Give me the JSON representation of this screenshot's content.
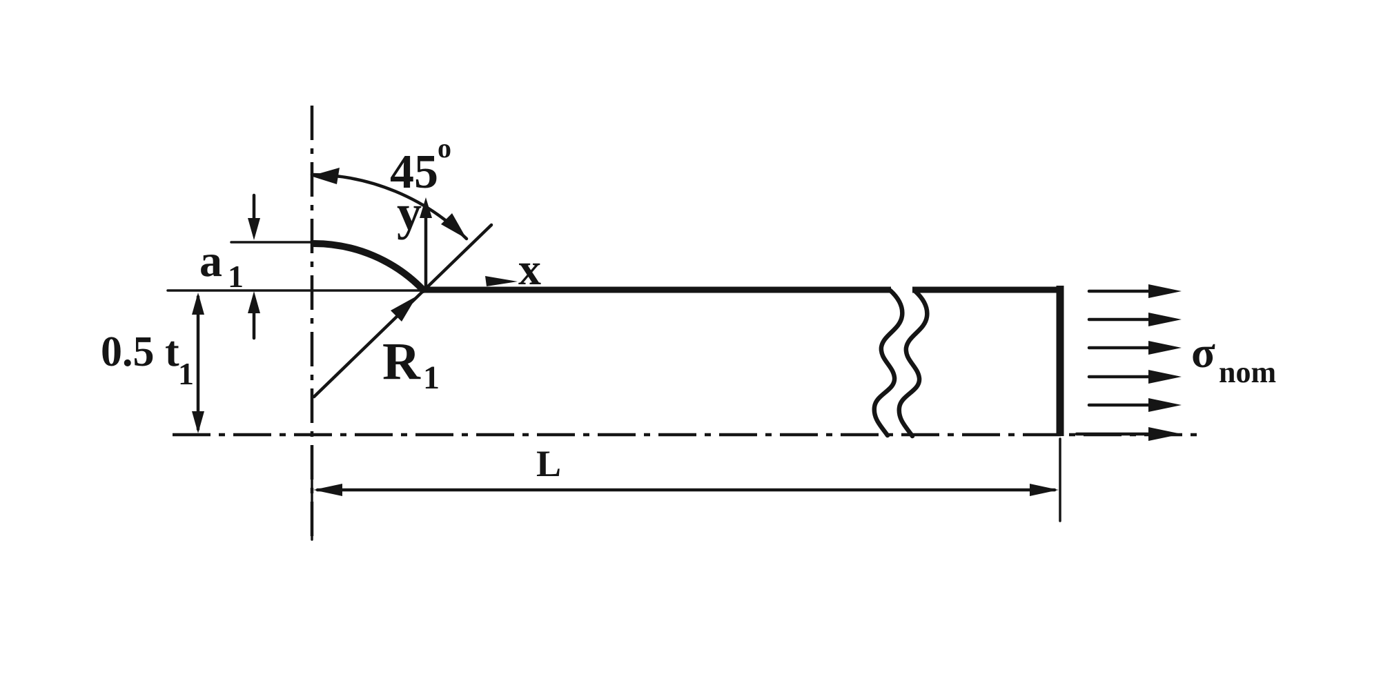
{
  "figure": {
    "description": "Technical drawing of a shallow 45-degree circular notch in a semi-infinite plate under remote tension",
    "colors": {
      "ink": "#151515",
      "paper": "#ffffff"
    },
    "labels": {
      "angle": {
        "value": "45",
        "degree_symbol": "o"
      },
      "axis_x": "x",
      "axis_y": "y",
      "crack_depth": {
        "base": "a",
        "subscript": "1"
      },
      "half_thickness": {
        "base": "0.5 t",
        "subscript": "1"
      },
      "notch_radius": {
        "base": "R",
        "subscript": "1"
      },
      "length": "L",
      "nominal_stress": {
        "base": "σ",
        "subscript": "nom"
      }
    }
  }
}
